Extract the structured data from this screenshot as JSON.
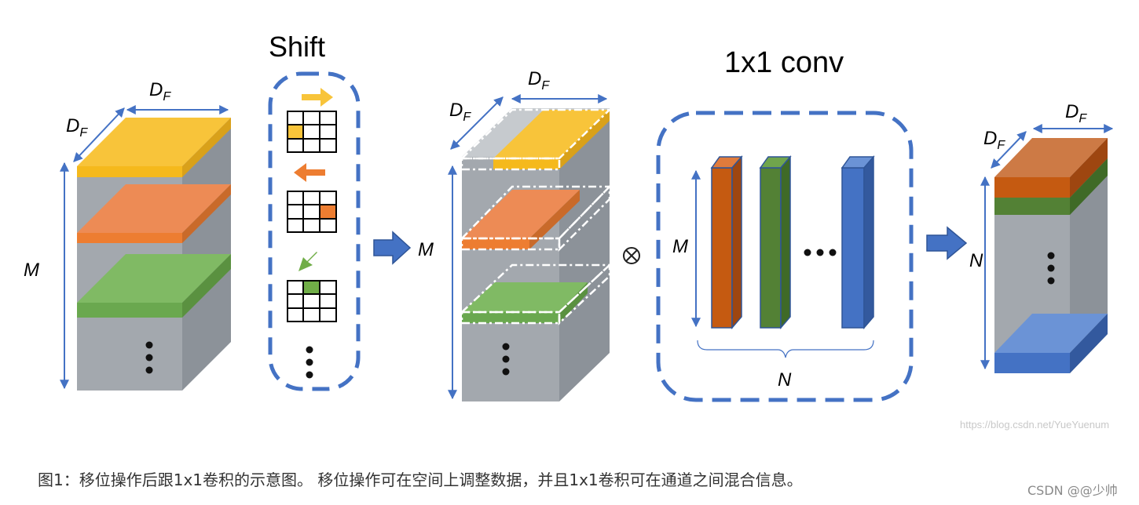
{
  "title_shift": "Shift",
  "title_conv": "1x1 conv",
  "labels": {
    "df": "D",
    "df_sub": "F",
    "m": "M",
    "n": "N",
    "otimes": "⊗",
    "ellipsis_vertical": "⋮",
    "ellipsis_horizontal": "···"
  },
  "caption": "图1：移位操作后跟1x1卷积的示意图。 移位操作可在空间上调整数据，并且1x1卷积可在通道之间混合信息。",
  "watermark": "https://blog.csdn.net/YueYuenum",
  "credit": "CSDN @@少帅",
  "icons": [
    "arrow-right-icon",
    "arrow-left-icon",
    "arrow-down-left-icon",
    "kernel-grid-icon"
  ],
  "colors": {
    "yellow": "#F8C43A",
    "orange": "#ED8B55",
    "green": "#74B459",
    "gray": "#A3A8AE",
    "blue_accent": "#4472C4",
    "conv_orange": "#C55A11",
    "conv_green": "#538135",
    "conv_blue": "#4472C4"
  }
}
